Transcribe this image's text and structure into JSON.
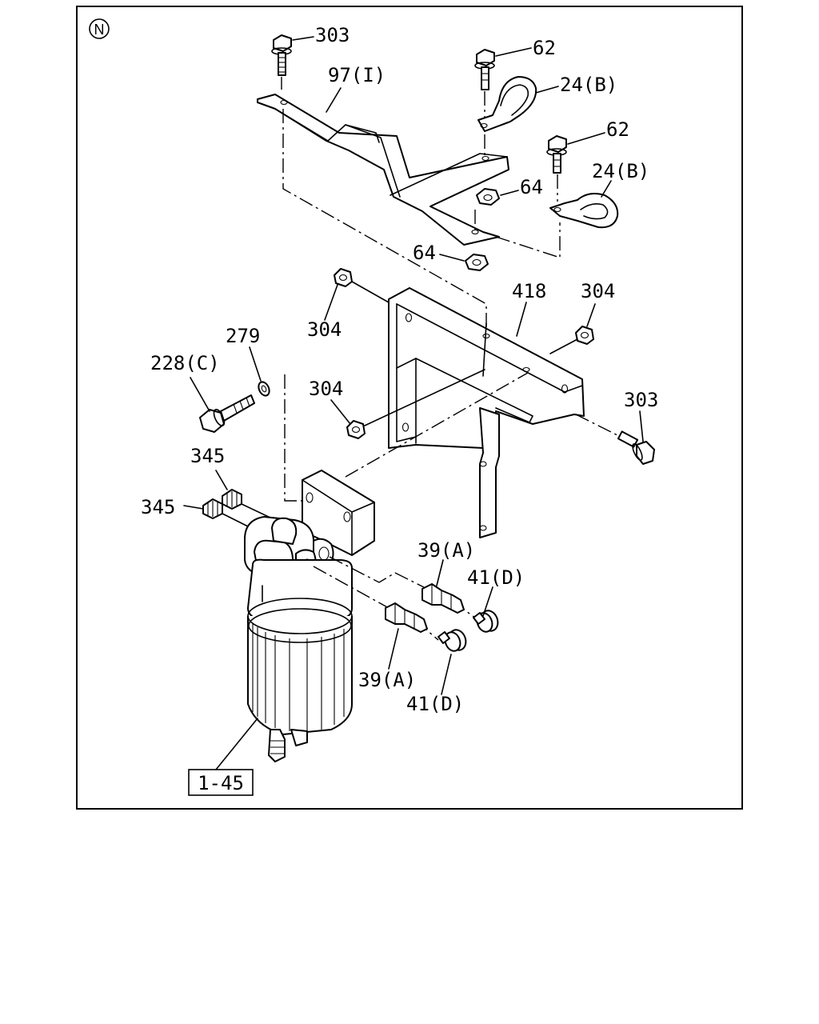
{
  "diagram": {
    "view_marker": "N",
    "assembly_ref": "1-45",
    "callouts": {
      "c303_top": "303",
      "c97": "97(I)",
      "c62_a": "62",
      "c24b_a": "24(B)",
      "c62_b": "62",
      "c24b_b": "24(B)",
      "c64_a": "64",
      "c64_b": "64",
      "c418": "418",
      "c304_a": "304",
      "c304_b": "304",
      "c304_c": "304",
      "c279": "279",
      "c228c": "228(C)",
      "c303_right": "303",
      "c345_a": "345",
      "c345_b": "345",
      "c39a_a": "39(A)",
      "c41d_a": "41(D)",
      "c39a_b": "39(A)",
      "c41d_b": "41(D)"
    }
  }
}
